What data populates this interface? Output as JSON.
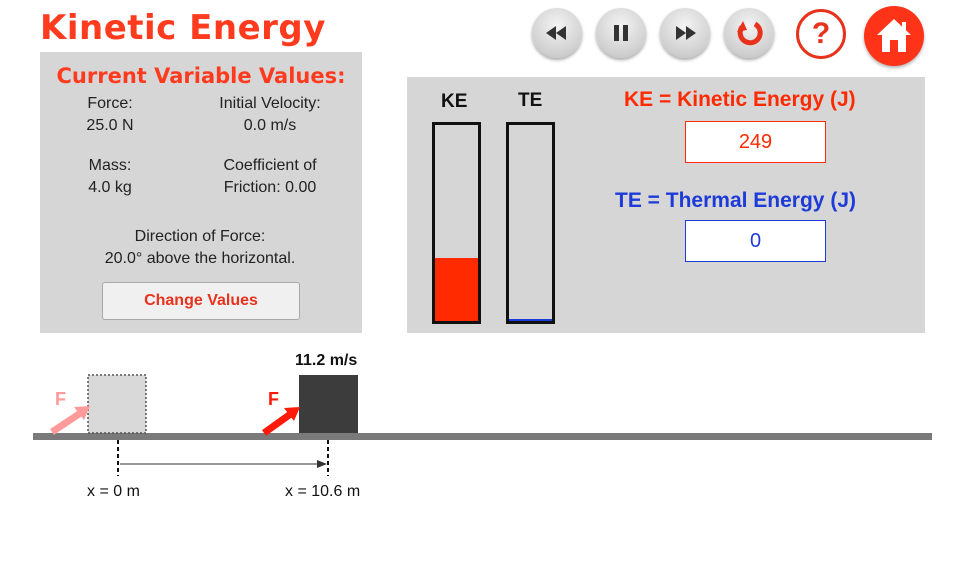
{
  "app": {
    "title": "Kinetic Energy"
  },
  "controls": {
    "rewind": "rewind-icon",
    "pause": "pause-icon",
    "fast_forward": "fast-forward-icon",
    "reset": "reset-icon",
    "help": "?",
    "home": "home-icon"
  },
  "variables": {
    "heading": "Current Variable Values:",
    "force_label": "Force:",
    "force_value": "25.0 N",
    "velocity_label": "Initial Velocity:",
    "velocity_value": "0.0 m/s",
    "mass_label": "Mass:",
    "mass_value": "4.0 kg",
    "friction_label": "Coefficient of",
    "friction_value": "Friction: 0.00",
    "direction_label": "Direction of Force:",
    "direction_value": "20.0° above the horizontal.",
    "change_button": "Change Values"
  },
  "energy": {
    "ke_label": "KE",
    "te_label": "TE",
    "ke_fill_fraction": 0.32,
    "te_fill_fraction": 0.01,
    "ke_equation": "KE = Kinetic Energy (J)",
    "ke_value": "249",
    "te_equation": "TE = Thermal Energy (J)",
    "te_value": "0",
    "ke_color": "#ff2a00",
    "te_color": "#1d3bd8"
  },
  "simulation": {
    "speed_label": "11.2 m/s",
    "force_arrow_label": "F",
    "start_marker": "x = 0 m",
    "current_marker": "x = 10.6 m"
  }
}
